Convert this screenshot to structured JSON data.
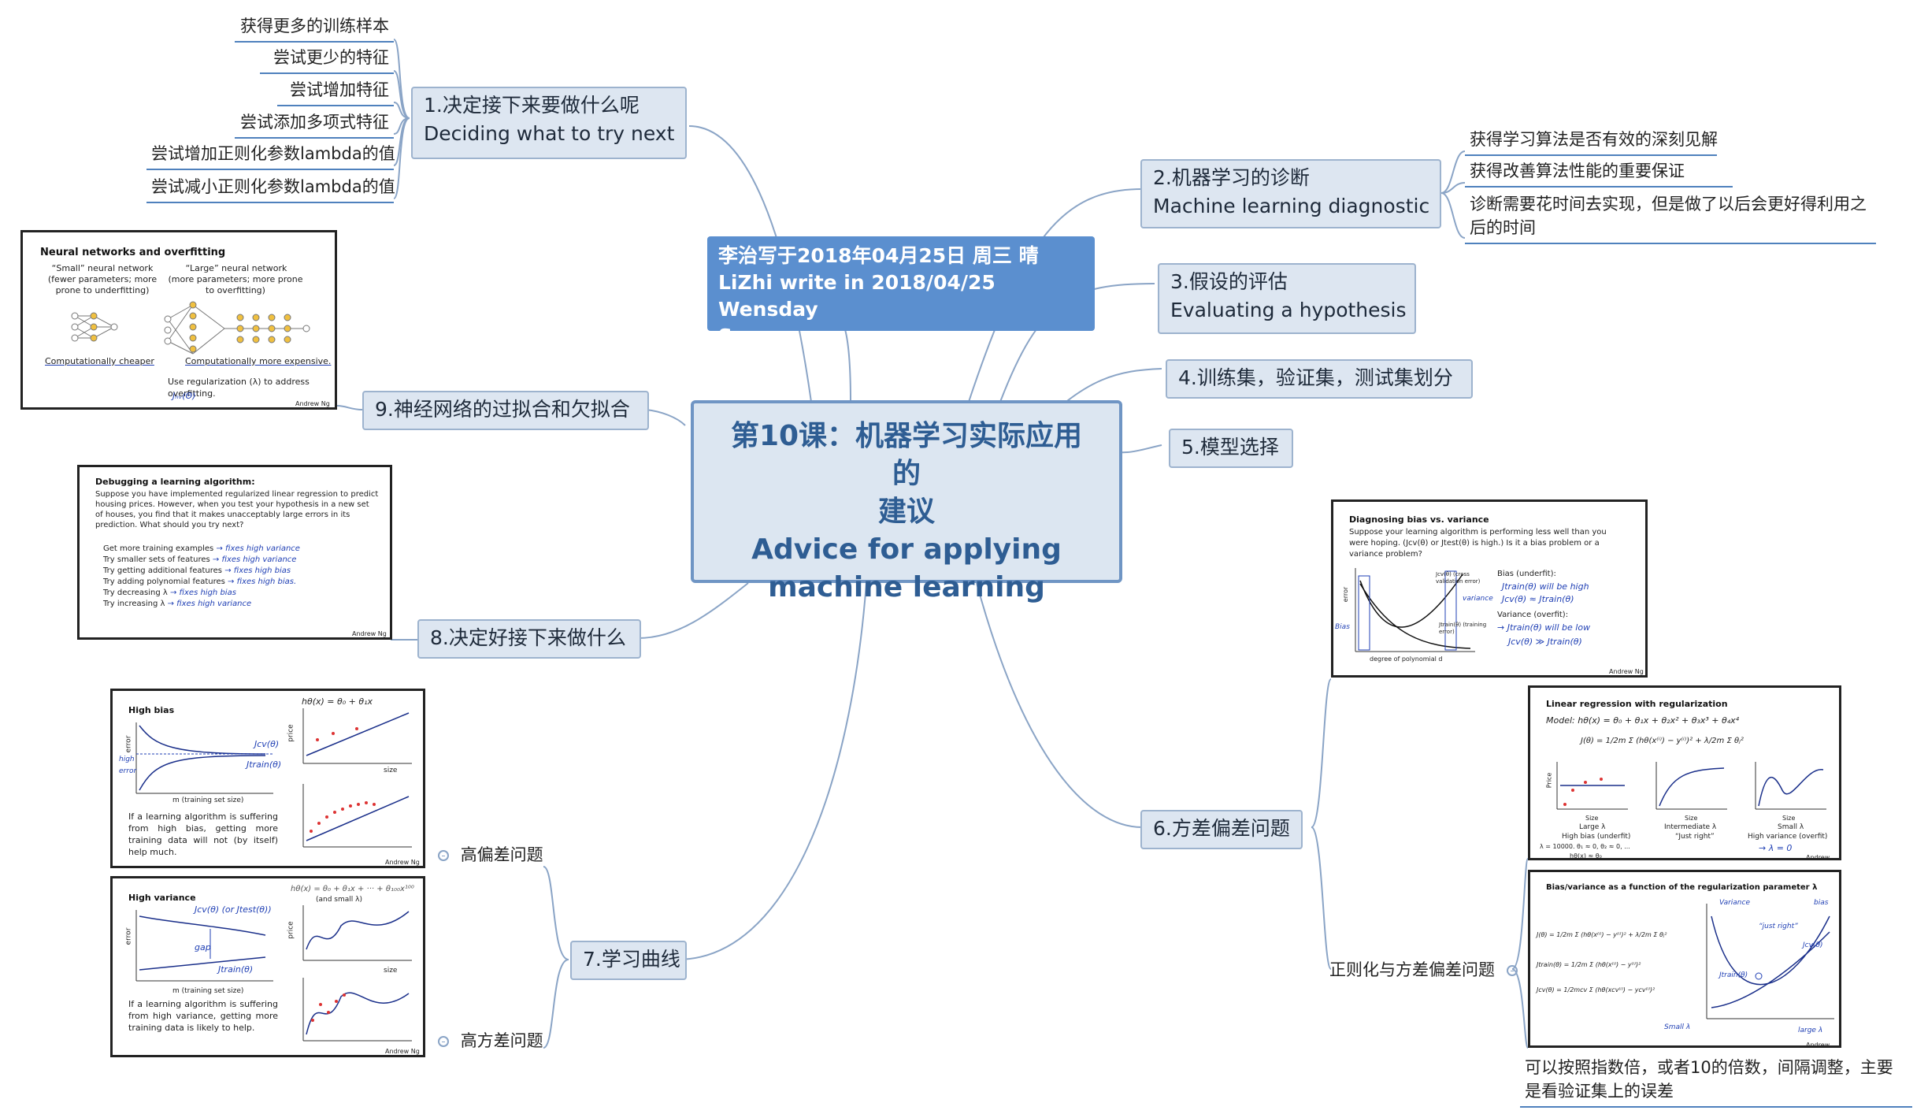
{
  "colors": {
    "accent": "#4f81bd",
    "central_border": "#6f95c4",
    "note_bg": "#5b8fcf",
    "handwriting": "#1f3fb4"
  },
  "central": {
    "line1": "第10课：机器学习实际应用的",
    "line2": "建议",
    "line3": "Advice for applying",
    "line4": "machine learning"
  },
  "note": {
    "line1": "李治写于2018年04月25日 周三  晴",
    "line2": "LiZhi write in 2018/04/25 Wensday",
    "line3": "Sunny"
  },
  "branch1": {
    "line1": "1.决定接下来要做什么呢",
    "line2": "Deciding what to try next",
    "leaves": [
      "获得更多的训练样本",
      "尝试更少的特征",
      "尝试增加特征",
      "尝试添加多项式特征",
      "尝试增加正则化参数lambda的值",
      "尝试减小正则化参数lambda的值"
    ]
  },
  "branch2": {
    "line1": "2.机器学习的诊断",
    "line2": "Machine learning diagnostic",
    "leaves": [
      "获得学习算法是否有效的深刻见解",
      "获得改善算法性能的重要保证",
      "诊断需要花时间去实现，但是做了以后会更好得利用之后的时间"
    ]
  },
  "branch3": {
    "line1": "3.假设的评估",
    "line2": "Evaluating a hypothesis"
  },
  "branch4": {
    "label": "4.训练集，验证集，测试集划分"
  },
  "branch5": {
    "label": "5.模型选择"
  },
  "branch6": {
    "label": "6.方差偏差问题",
    "sub_label": "正则化与方差偏差问题",
    "sub_note": "可以按照指数倍，或者10的倍数，间隔调整，主要是看验证集上的误差"
  },
  "branch7": {
    "label": "7.学习曲线",
    "high_bias": "高偏差问题",
    "high_variance": "高方差问题"
  },
  "branch8": {
    "label": "8.决定好接下来做什么"
  },
  "branch9": {
    "label": "9.神经网络的过拟合和欠拟合"
  },
  "slide_nn": {
    "title": "Neural networks and overfitting",
    "small_1": "“Small” neural network",
    "small_2": "(fewer parameters; more",
    "small_3": "prone to underfitting)",
    "large_1": "“Large” neural network",
    "large_2": "(more parameters; more prone",
    "large_3": "to overfitting)",
    "cheap": "Computationally cheaper",
    "expensive": "Computationally more expensive.",
    "reg": "Use regularization (λ) to address overfitting.",
    "hand": "Jₙᵥ(Θ)",
    "footer": "Andrew Ng"
  },
  "slide_debug": {
    "title": "Debugging a learning algorithm:",
    "text": "Suppose you have implemented regularized linear regression to predict housing prices. However, when you test your hypothesis in a new set of houses, you find that it makes unacceptably large errors in its prediction. What should you try next?",
    "items": [
      "Get more training examples",
      "Try smaller sets of features",
      "Try getting additional features",
      "Try adding polynomial features",
      "Try decreasing λ",
      "Try increasing λ"
    ],
    "notes": [
      "→ fixes high variance",
      "→ fixes high variance",
      "→ fixes high bias",
      "→ fixes high bias.",
      "→ fixes high bias",
      "→ fixes high variance"
    ],
    "footer": "Andrew Ng"
  },
  "slide_bias": {
    "title": "High bias",
    "formula": "hθ(x) = θ₀ + θ₁x",
    "x_left": "m (training set size)",
    "y_left": "error",
    "y_right": "price",
    "x_right": "size",
    "text": "If a learning algorithm is suffering from high bias, getting more training data will not (by itself) help much.",
    "hand_cv": "Jcv(θ)",
    "hand_train": "Jtrain(θ)",
    "hand_high": "high error",
    "footer": "Andrew Ng"
  },
  "slide_var": {
    "title": "High variance",
    "formula": "hθ(x) = θ₀ + θ₁x + ··· + θ₁₀₀x¹⁰⁰",
    "formula_note": "(and small λ)",
    "x_left": "m (training set size)",
    "y_left": "error",
    "y_right": "price",
    "x_right": "size",
    "text": "If a learning algorithm is suffering from high variance, getting more training data is likely to help.",
    "hand_cv": "Jcv(θ)  (or Jtest(θ))",
    "hand_train": "Jtrain(θ)",
    "hand_gap": "gap",
    "footer": "Andrew Ng"
  },
  "slide_diag": {
    "title": "Diagnosing bias vs. variance",
    "text": "Suppose your learning algorithm is performing less well than you were hoping. (Jcv(θ) or Jtest(θ) is high.) Is it a bias problem or a variance problem?",
    "cv_label": "Jcv(θ) (cross validation error)",
    "train_label": "Jtrain(θ) (training error)",
    "x_label": "degree of polynomial d",
    "y_label": "error",
    "bias_head": "Bias (underfit):",
    "bias_1": "Jtrain(θ) will be high",
    "bias_2": "Jcv(θ) ≈ Jtrain(θ)",
    "var_head": "Variance (overfit):",
    "var_1": "→ Jtrain(θ) will be low",
    "var_2": "Jcv(θ) ≫ Jtrain(θ)",
    "hand_bias": "Bias",
    "hand_var": "variance",
    "footer": "Andrew Ng"
  },
  "slide_linreg": {
    "title": "Linear regression with regularization",
    "model": "Model: hθ(x) = θ₀ + θ₁x + θ₂x² + θ₃x³ + θ₄x⁴",
    "cost": "J(θ) = 1/2m Σ (hθ(x⁽ⁱ⁾) − y⁽ⁱ⁾)² + λ/2m Σ θⱼ²",
    "p1_x": "Size",
    "p1_lab": "Large λ",
    "p1_sub": "High bias (underfit)",
    "p2_x": "Size",
    "p2_lab": "Intermediate λ",
    "p2_sub": "“Just right”",
    "p3_x": "Size",
    "p3_lab": "Small λ",
    "p3_sub": "High variance (overfit)",
    "y_label": "Price",
    "note1": "λ = 10000. θ₁ ≈ 0, θ₂ ≈ 0, ...",
    "note2": "hθ(x) ≈ θ₀",
    "hand": "→ λ = 0",
    "footer": "Andrew Ng"
  },
  "slide_func": {
    "title": "Bias/variance as a function of the regularization parameter λ",
    "j": "J(θ) = 1/2m Σ (hθ(x⁽ⁱ⁾) − y⁽ⁱ⁾)² + λ/2m Σ θⱼ²",
    "jtrain": "Jtrain(θ) = 1/2m Σ (hθ(x⁽ⁱ⁾) − y⁽ⁱ⁾)²",
    "jcv": "Jcv(θ) = 1/2mcv Σ (hθ(xcv⁽ⁱ⁾) − ycv⁽ⁱ⁾)²",
    "hand_var": "Variance",
    "hand_bias": "bias",
    "hand_right": "“just right”",
    "hand_cv": "Jcv(θ)",
    "hand_train": "Jtrain(θ)",
    "hand_small": "Small λ",
    "hand_large": "large λ",
    "footer": "Andrew Ng"
  }
}
